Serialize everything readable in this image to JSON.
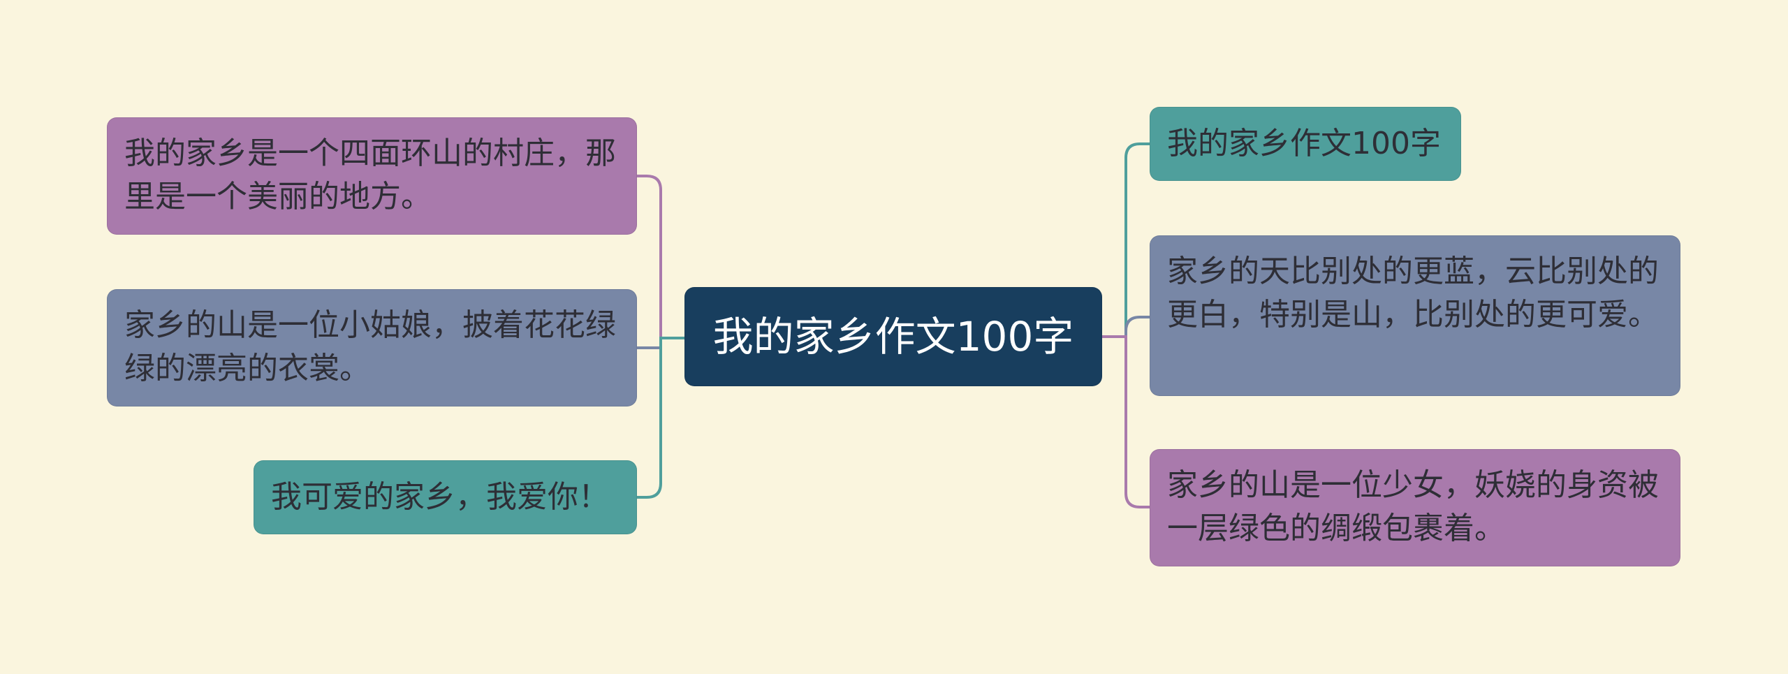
{
  "colors": {
    "background": "#faf5de",
    "center": "#183e5e",
    "purple": "#a97aac",
    "slate": "#7887a6",
    "teal": "#4f9f9c"
  },
  "center": {
    "text": "我的家乡作文100字"
  },
  "left": [
    {
      "text": "我的家乡是一个四面环山的村庄，那里是一个美丽的地方。",
      "color": "purple"
    },
    {
      "text": "家乡的山是一位小姑娘，披着花花绿绿的漂亮的衣裳。",
      "color": "slate"
    },
    {
      "text": "我可爱的家乡，我爱你！",
      "color": "teal"
    }
  ],
  "right": [
    {
      "text": "我的家乡作文100字",
      "color": "teal"
    },
    {
      "text": "家乡的天比别处的更蓝，云比别处的更白，特别是山，比别处的更可爱。",
      "color": "slate"
    },
    {
      "text": "家乡的山是一位少女，妖娆的身资被一层绿色的绸缎包裹着。",
      "color": "purple"
    }
  ]
}
